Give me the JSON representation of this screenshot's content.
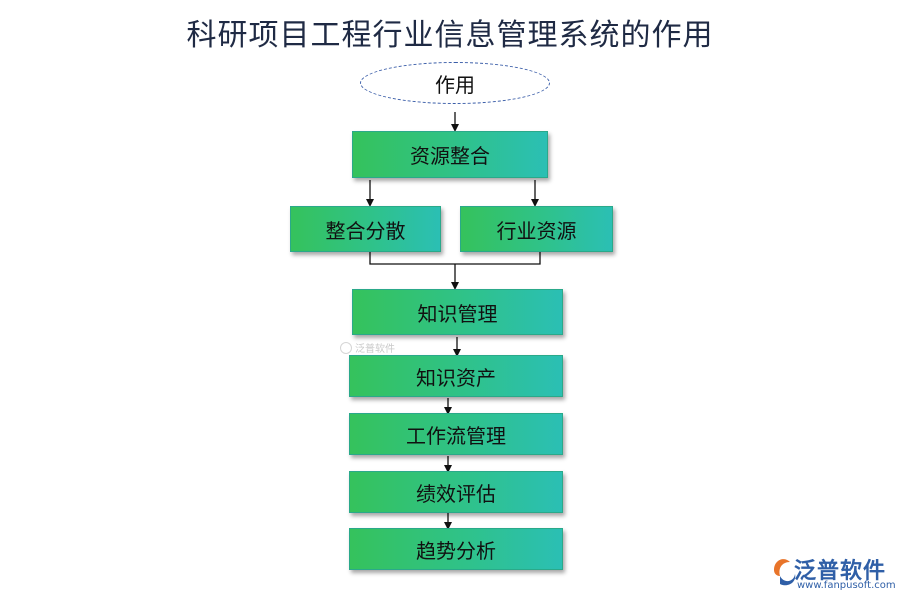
{
  "title": "科研项目工程行业信息管理系统的作用",
  "root": {
    "label": "作用"
  },
  "nodes": {
    "resource_integration": "资源整合",
    "integrate_disperse": "整合分散",
    "industry_resources": "行业资源",
    "knowledge_management": "知识管理",
    "knowledge_assets": "知识资产",
    "workflow_management": "工作流管理",
    "performance_evaluation": "绩效评估",
    "trend_analysis": "趋势分析"
  },
  "watermark": {
    "small": "泛普软件"
  },
  "logo": {
    "name": "泛普软件",
    "url": "www.fanpusoft.com"
  },
  "colors": {
    "box_start": "#35c25c",
    "box_end": "#2bbfb4",
    "logo": "#2f5fa7",
    "ellipse_border": "#3a5da8"
  }
}
